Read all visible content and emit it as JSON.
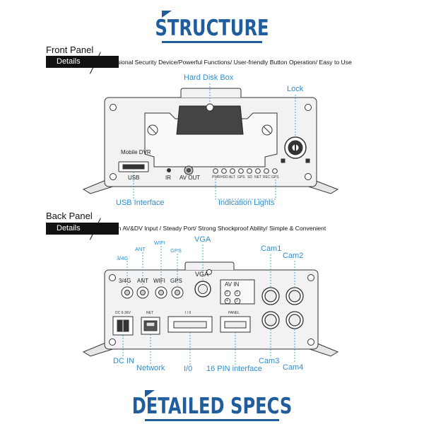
{
  "header": {
    "title": "STRUCTURE"
  },
  "front": {
    "title": "Front Panel",
    "tag": "Details",
    "description": "Professional Security Device/Powerful Functions/ User-friendly Button Operation/ Easy to Use",
    "callouts": {
      "hard_disk_box": "Hard Disk Box",
      "lock": "Lock",
      "usb_interface": "USB Interface",
      "indication_lights": "Indication Lights"
    },
    "device_labels": {
      "model": "Mobile DVR",
      "usb": "USB",
      "ir": "IR",
      "av_out": "AV OUT",
      "lights": [
        "PWR",
        "HDD",
        "ALT",
        "GPS",
        "SD",
        "NET",
        "REC",
        "GPS"
      ]
    }
  },
  "back": {
    "title": "Back Panel",
    "tag": "Details",
    "description": "Aviation AV&DV Input / Steady Port/ Strong Shockproof Ability/ Simple & Convenient",
    "callouts": {
      "g34": "3/4G",
      "ant": "ANT",
      "wifi": "WIFI",
      "gps": "GPS",
      "vga": "VGA",
      "cam1": "Cam1",
      "cam2": "Cam2",
      "cam3": "Cam3",
      "cam4": "Cam4",
      "dc_in": "DC IN",
      "network": "Network",
      "io": "I/0",
      "pin16": "16 PIN interface"
    },
    "device_labels": {
      "g34": "3/4G",
      "ant": "ANT",
      "wifi": "WIFI",
      "gps": "GPS",
      "vga": "VGA",
      "av_in": "AV  IN",
      "n2": "2",
      "n1": "1",
      "n4": "4",
      "n3": "3",
      "dc": "DC 6-36V",
      "net": "NET",
      "io": "I / 0",
      "panel": "PANEL"
    }
  },
  "footer": {
    "title": "DETAILED SPECS"
  },
  "colors": {
    "brand": "#1f5d9e",
    "callout": "#2a8fd0",
    "device_fill": "#f0f0f0",
    "device_stroke": "#333333"
  }
}
